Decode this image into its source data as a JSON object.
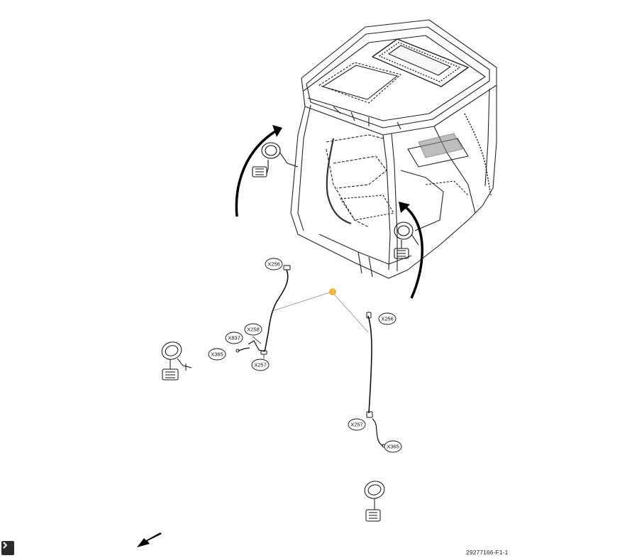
{
  "figure": {
    "id_label": "29277166-F1-1",
    "accent_color": "#f0b030",
    "item_marker": "1"
  },
  "connectors": {
    "left_x256": "X256",
    "left_x258": "X258",
    "left_x837": "X837",
    "left_x365": "X365",
    "left_x257": "X257",
    "right_x256": "X256",
    "right_x257": "X257",
    "right_x365": "X365"
  },
  "controls": {
    "expand_icon": "chevron-right-icon",
    "direction_icon": "front-arrow-icon"
  }
}
